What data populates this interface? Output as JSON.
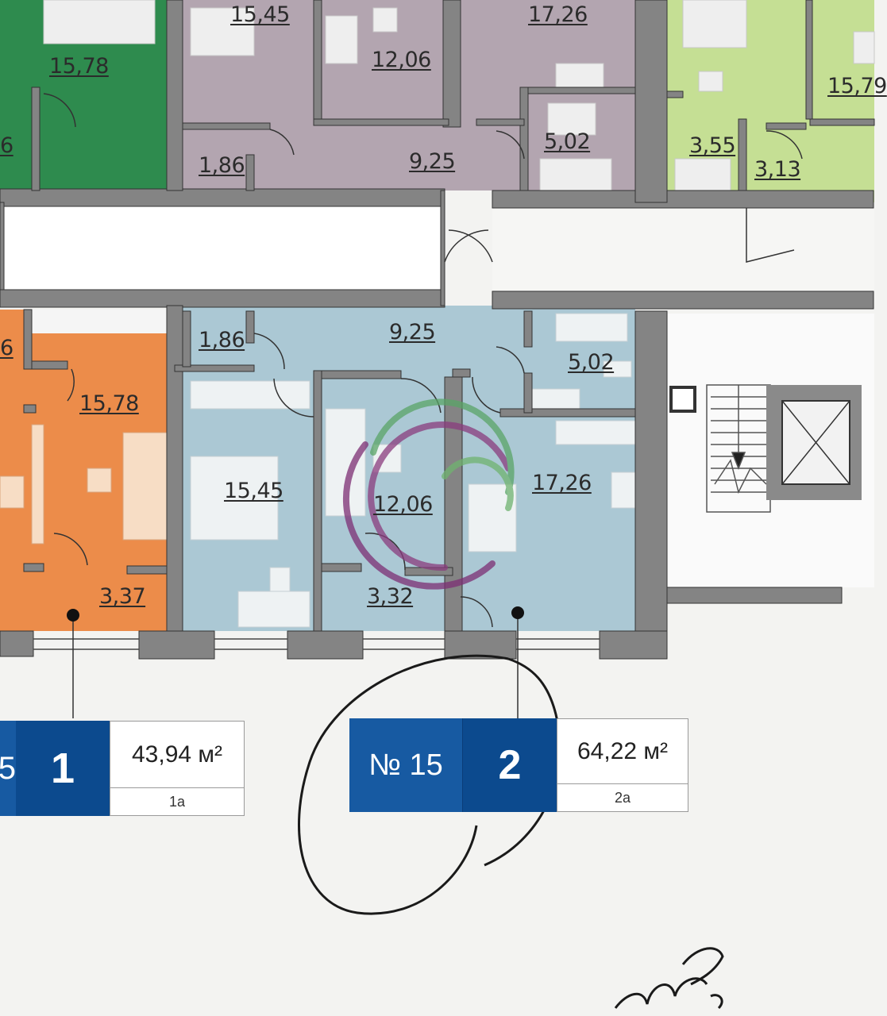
{
  "rooms": {
    "top_15_78": "15,78",
    "top_6_partial": "6",
    "top_15_45": "15,45",
    "top_12_06": "12,06",
    "top_17_26": "17,26",
    "top_1_86": "1,86",
    "top_9_25": "9,25",
    "top_5_02": "5,02",
    "top_3_55": "3,55",
    "top_3_13": "3,13",
    "top_15_79_partial": "15,79",
    "mid_6_partial": "6",
    "mid_15_78": "15,78",
    "mid_3_37": "3,37",
    "apt15_1_86": "1,86",
    "apt15_9_25": "9,25",
    "apt15_5_02": "5,02",
    "apt15_15_45": "15,45",
    "apt15_12_06": "12,06",
    "apt15_17_26": "17,26",
    "apt15_3_32": "3,32"
  },
  "apartments": {
    "left": {
      "num_partial": "5",
      "rooms": "1",
      "area": "43,94 м²",
      "type": "1а"
    },
    "selected": {
      "num": "№ 15",
      "rooms": "2",
      "area": "64,22 м²",
      "type": "2а"
    }
  },
  "colors": {
    "green": "#2e8b4e",
    "purple": "#b3a5b0",
    "lightgreen": "#c5df94",
    "orange": "#ec8c4a",
    "blue": "#abc8d4",
    "wall": "#848484",
    "badge_dark": "#0c4a8e",
    "badge_light": "#175aa2"
  }
}
